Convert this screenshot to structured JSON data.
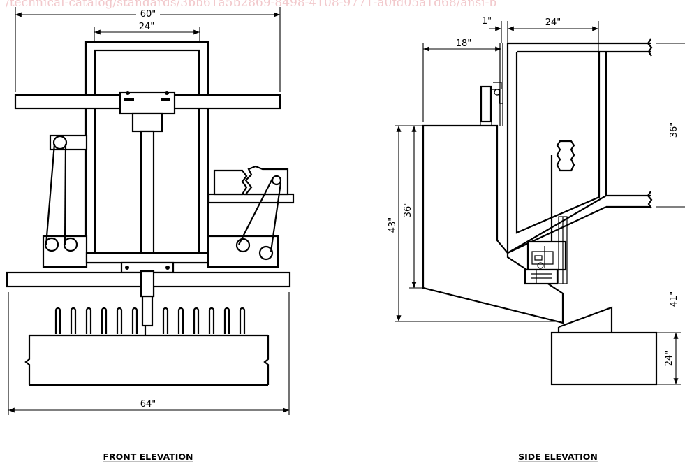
{
  "watermark": "/technical-catalog/standards/3bb61a5b2869-8498-4108-9771-a0fd05a1d68/ansi-b",
  "front_elevation": {
    "caption": "FRONT ELEVATION",
    "dim_overall_top": "60\"",
    "dim_inner_top": "24\"",
    "dim_bottom": "64\""
  },
  "side_elevation": {
    "caption": "SIDE ELEVATION",
    "dim_gap": "1\"",
    "dim_top": "24\"",
    "dim_offset": "18\"",
    "dim_right_upper": "36\"",
    "dim_left_outer": "43\"",
    "dim_left_inner": "36\"",
    "dim_right_lower": "41\"",
    "dim_base": "24\""
  }
}
